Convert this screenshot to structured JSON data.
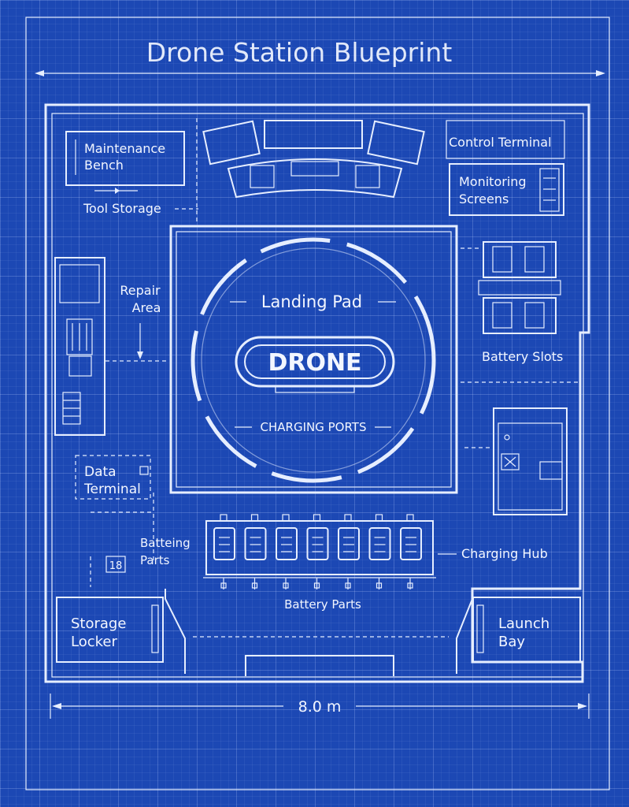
{
  "title": "Drone Station Blueprint",
  "dimension": "8.0 m",
  "labels": {
    "maintenance_bench": [
      "Maintenance",
      "Bench"
    ],
    "tool_storage": "Tool Storage",
    "control_terminal": "Control Terminal",
    "monitoring_screens": [
      "Monitoring",
      "Screens"
    ],
    "repair_area": [
      "Repair",
      "Area"
    ],
    "landing_pad": "Landing Pad",
    "drone": "DRONE",
    "charging_ports": "CHARGING PORTS",
    "battery_slots": "Battery Slots",
    "data_terminal": [
      "Data",
      "Terminal"
    ],
    "battery_parts_left": [
      "Batteing",
      "Parts"
    ],
    "box_number": "18",
    "charging_hub": "Charging Hub",
    "battery_parts_bottom": "Battery Parts",
    "storage_locker": [
      "Storage",
      "Locker"
    ],
    "launch_bay": [
      "Launch",
      "Bay"
    ]
  },
  "colors": {
    "background": "#1c48b4",
    "line": "#e6eeff",
    "text": "#f2f6ff",
    "drone_badge_fill": "#2456c8"
  }
}
